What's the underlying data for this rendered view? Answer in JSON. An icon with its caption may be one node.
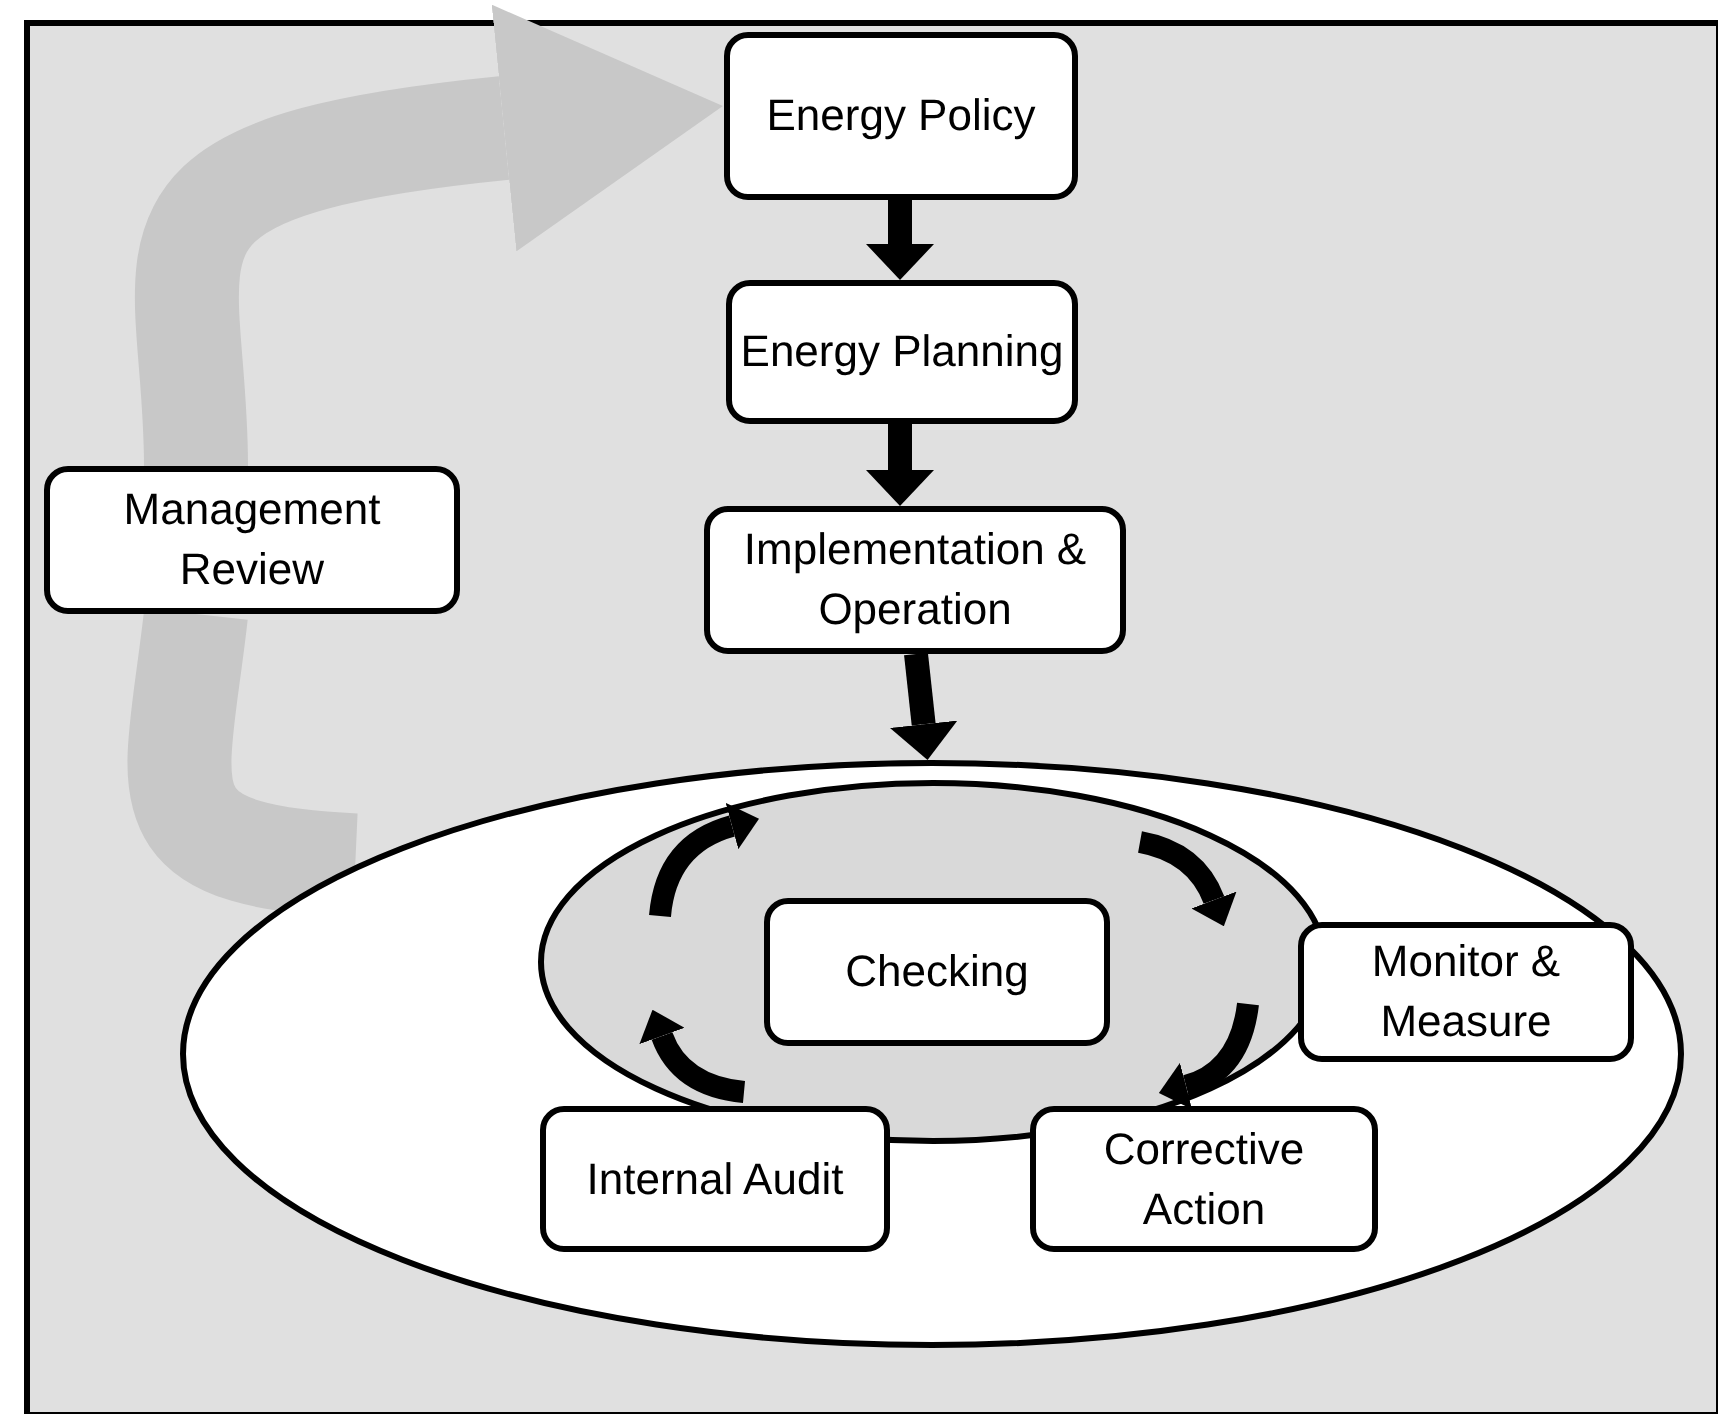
{
  "diagram": {
    "nodes": [
      {
        "text": [
          "Energy Policy"
        ]
      },
      {
        "text": [
          "Energy Planning"
        ]
      },
      {
        "text": [
          "Implementation & Operation"
        ]
      },
      {
        "text": [],
        "shape": "ellipse"
      },
      {
        "text": [],
        "shape": "ellipse",
        "in": 3
      },
      {
        "text": [
          "Checking"
        ],
        "in": 4
      },
      {
        "text": [
          "Monitor & Measure"
        ],
        "in": 3
      },
      {
        "text": [
          "Internal Audit"
        ],
        "in": 3
      },
      {
        "text": [
          "Corrective Action"
        ],
        "in": 3
      },
      {
        "text": [
          "Management Review"
        ]
      }
    ],
    "edges": [
      {
        "from": 0,
        "to": 1,
        "arrow": "to"
      },
      {
        "from": 1,
        "to": 2,
        "arrow": "to"
      },
      {
        "from": 2,
        "to": 3,
        "arrow": "to"
      },
      {
        "from": 3,
        "to": 9,
        "arrow": "none",
        "style": "thick",
        "color": "#c8c8c8"
      },
      {
        "from": 9,
        "to": 0,
        "arrow": "to",
        "style": "thick",
        "color": "#c8c8c8"
      }
    ]
  }
}
